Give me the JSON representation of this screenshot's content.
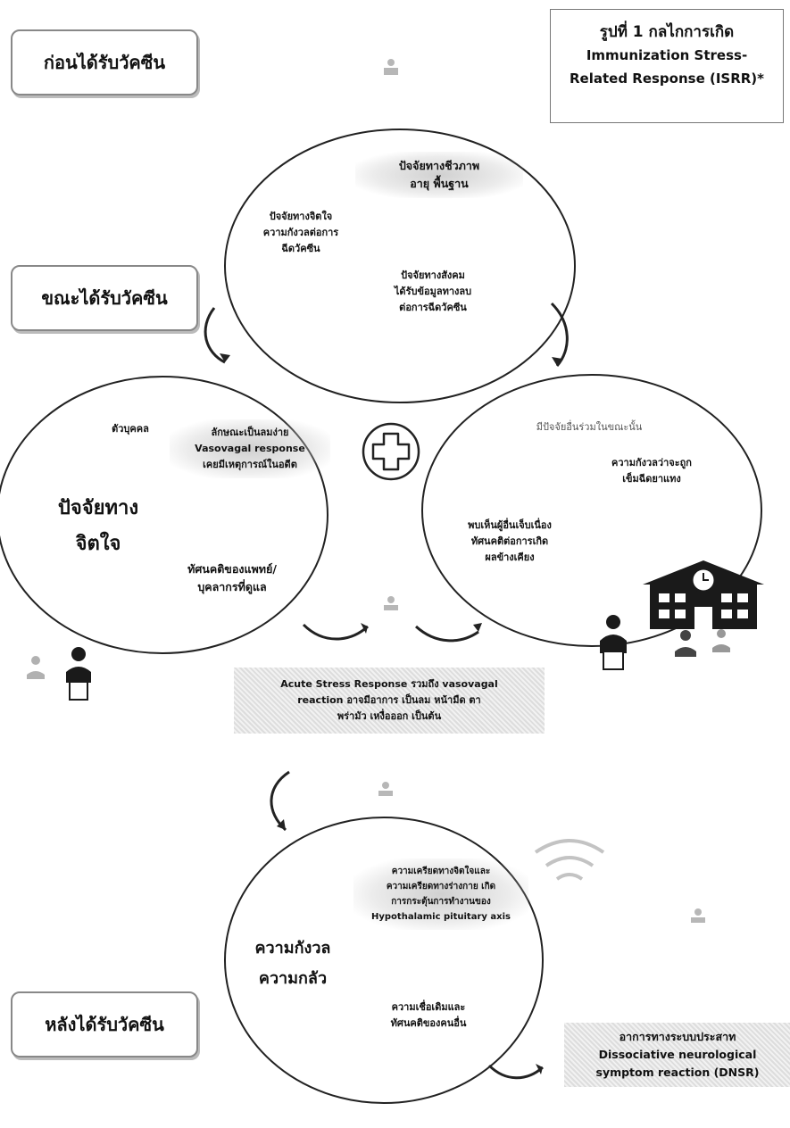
{
  "stages": {
    "before": "ก่อนได้รับวัคซีน",
    "during": "ขณะได้รับวัคซีน",
    "after": "หลังได้รับวัคซีน"
  },
  "figure_title": {
    "line1": "รูปที่ 1 กลไกการเกิด",
    "line2": "Immunization Stress-",
    "line3": "Related Response (ISRR)*"
  },
  "top_circle": {
    "biological": [
      "ปัจจัยทางชีวภาพ",
      "อายุ พื้นฐาน"
    ],
    "psychological": [
      "ปัจจัยทางจิตใจ",
      "ความกังวลต่อการ",
      "ฉีดวัคซีน"
    ],
    "social": [
      "ปัจจัยทางสังคม",
      "ได้รับข้อมูลทางลบ",
      "ต่อการฉีดวัคซีน"
    ]
  },
  "left_circle": {
    "individual": "ตัวบุคคล",
    "history": [
      "ลักษณะเป็นลมง่าย",
      "Vasovagal response",
      "เคยมีเหตุการณ์ในอดีต"
    ],
    "main": [
      "ปัจจัยทาง",
      "จิตใจ"
    ],
    "attitude": [
      "ทัศนคติของแพทย์/",
      "บุคลากรที่ดูแล"
    ]
  },
  "right_circle": {
    "top": "มีปัจจัยอื่นร่วมในขณะนั้น",
    "fear": [
      "ความกังวลว่าจะถูก",
      "เข็มฉีดยาแทง"
    ],
    "witness": [
      "พบเห็นผู้อื่นเจ็บเนื่อง",
      "ทัศนคติต่อการเกิด",
      "ผลข้างเคียง"
    ]
  },
  "acute": [
    "Acute Stress Response รวมถึง vasovagal",
    "reaction อาจมีอาการ เป็นลม หน้ามืด ตา",
    "พร่ามัว เหงื่อออก เป็นต้น"
  ],
  "bottom_circle": {
    "mechanism": [
      "ความเครียดทางจิตใจและ",
      "ความเครียดทางร่างกาย เกิด",
      "การกระตุ้นการทำงานของ",
      "Hypothalamic pituitary axis"
    ],
    "anxiety": [
      "ความกังวล",
      "ความกลัว"
    ],
    "beliefs": [
      "ความเชื่อเดิมและ",
      "ทัศนคติของคนอื่น"
    ]
  },
  "dnsr": [
    "อาการทางระบบประสาท",
    "Dissociative neurological",
    "symptom reaction (DNSR)"
  ]
}
